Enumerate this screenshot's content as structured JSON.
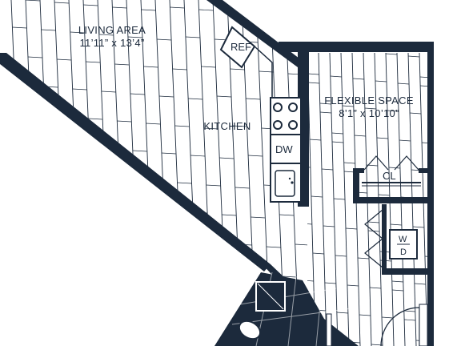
{
  "rooms": {
    "living": {
      "name": "LIVING AREA",
      "dimensions": "11’11” x 13’4”"
    },
    "kitchen": {
      "name": "KITCHEN"
    },
    "flexible": {
      "name": "FLEXIBLE SPACE",
      "dimensions": "8’1” x 10’10”"
    }
  },
  "fixtures": {
    "refrigerator": "REF",
    "dishwasher": "DW",
    "closet": "CL",
    "washer_dryer_top": "W",
    "washer_dryer_bottom": "D"
  },
  "colors": {
    "wall": "#1c2a3c",
    "floor_line": "#1c2a3c",
    "tile_dark": "#1c2a3c",
    "background": "#ffffff"
  }
}
